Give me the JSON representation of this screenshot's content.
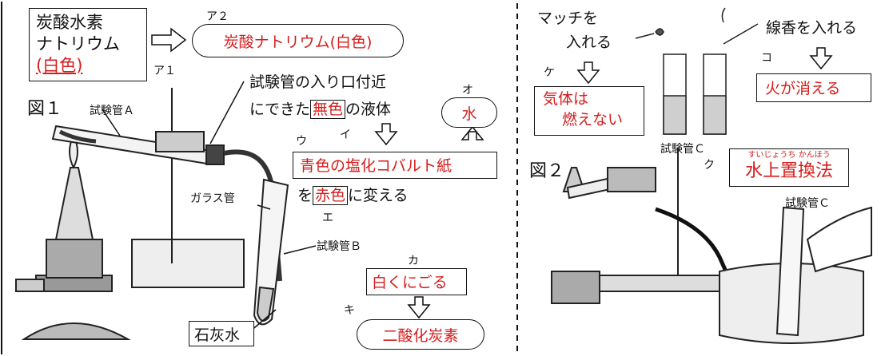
{
  "left": {
    "reactant_box": {
      "line1": "炭酸水素",
      "line2": "ナトリウム",
      "line3": "(白色)"
    },
    "label_a2": "ア２",
    "product_oval": "炭酸ナトリウム(白色)",
    "label_a1": "ア１",
    "fig1": "図１",
    "test_tube_a": "試験管Ａ",
    "condensate_line1": "試験管の入り口付近",
    "condensate_line2_pre": "にできた",
    "condensate_colorless": "無色",
    "condensate_line2_post": "の液体",
    "label_o": "オ",
    "water_oval": "水",
    "label_i": "イ",
    "label_u": "ウ",
    "cobalt_paper": "青色の塩化コバルト紙",
    "turn_pre": "を",
    "turn_red": "赤色",
    "turn_post": "に変える",
    "label_e": "エ",
    "glass_tube": "ガラス管",
    "test_tube_b": "試験管Ｂ",
    "label_ka": "カ",
    "cloudy": "白くにごる",
    "label_ki": "キ",
    "limewater": "石灰水",
    "co2_oval": "二酸化炭素"
  },
  "right": {
    "match_line1": "マッチを",
    "match_line2": "入れる",
    "incense": "線香を入れる",
    "label_ko": "コ",
    "label_ke": "ケ",
    "not_burn_line1": "気体は",
    "not_burn_line2": "燃えない",
    "fire_out": "火が消える",
    "test_tube_c_top": "試験管Ｃ",
    "fig2": "図２",
    "label_ku": "ク",
    "furigana": "すいじょうち かんほう",
    "water_displacement": "水上置換法",
    "test_tube_c_bottom": "試験管Ｃ"
  },
  "colors": {
    "accent": "#d61c1c",
    "line": "#111111"
  }
}
